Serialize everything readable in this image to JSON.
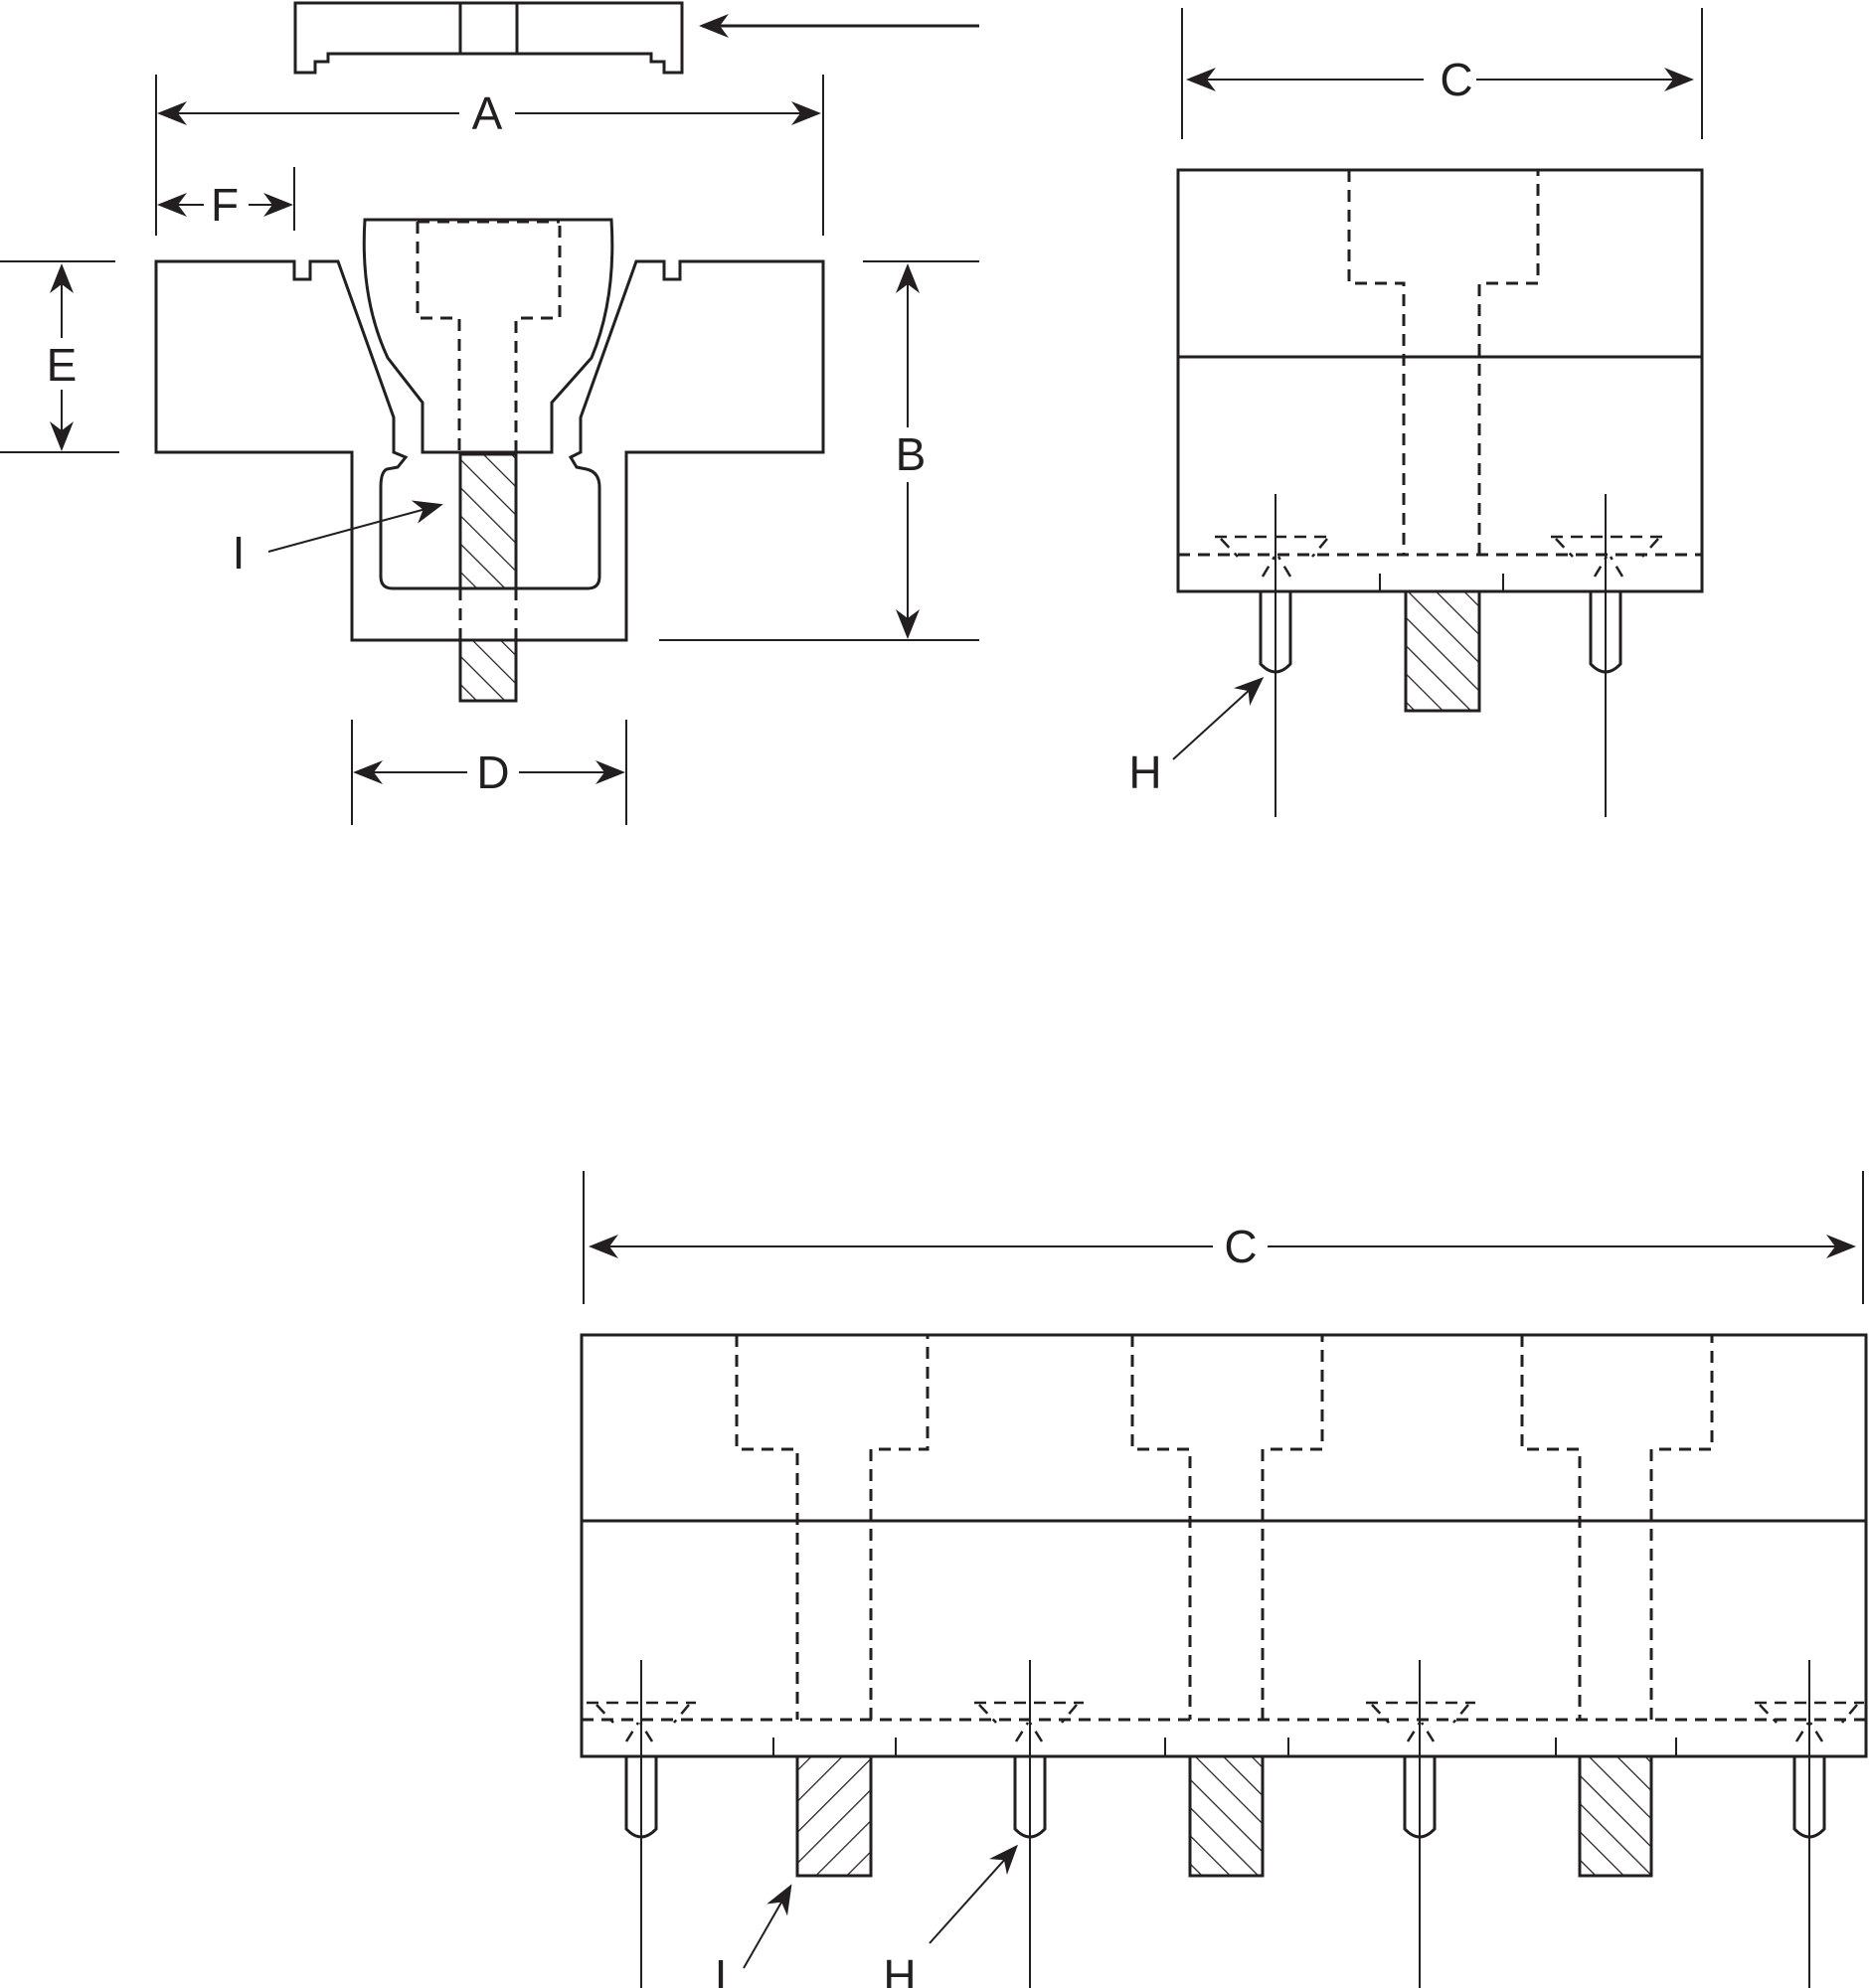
{
  "labels": {
    "a": "A",
    "b": "B",
    "c_side": "C",
    "c_long": "C",
    "d": "D",
    "e": "E",
    "f": "F",
    "h_side": "H",
    "h_long": "H",
    "i_front": "I",
    "i_long": "I"
  },
  "colors": {
    "ink": "#231f20",
    "paper": "#ffffff"
  }
}
